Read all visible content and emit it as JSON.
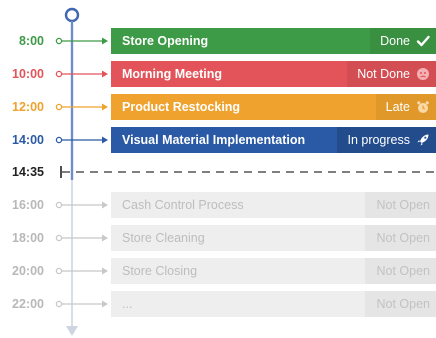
{
  "now": {
    "time": "14:35"
  },
  "colors": {
    "done": "#3d9a46",
    "not_done": "#e2545a",
    "late": "#efa22d",
    "in_progress": "#2a5aa5",
    "timeline": "#6f8fc8",
    "pending": "#c8c8c8"
  },
  "tasks": [
    {
      "time": "8:00",
      "title": "Store Opening",
      "status": "Done",
      "state": "done",
      "icon": "check-icon"
    },
    {
      "time": "10:00",
      "title": "Morning Meeting",
      "status": "Not Done",
      "state": "not-done",
      "icon": "sad-face-icon"
    },
    {
      "time": "12:00",
      "title": "Product Restocking",
      "status": "Late",
      "state": "late",
      "icon": "alarm-clock-icon"
    },
    {
      "time": "14:00",
      "title": "Visual Material Implementation",
      "status": "In progress",
      "state": "in-progress",
      "icon": "rocket-icon"
    },
    {
      "time": "16:00",
      "title": "Cash Control Process",
      "status": "Not Open",
      "state": "pending"
    },
    {
      "time": "18:00",
      "title": "Store Cleaning",
      "status": "Not Open",
      "state": "pending"
    },
    {
      "time": "20:00",
      "title": "Store Closing",
      "status": "Not Open",
      "state": "pending"
    },
    {
      "time": "22:00",
      "title": "...",
      "status": "Not Open",
      "state": "pending"
    }
  ]
}
